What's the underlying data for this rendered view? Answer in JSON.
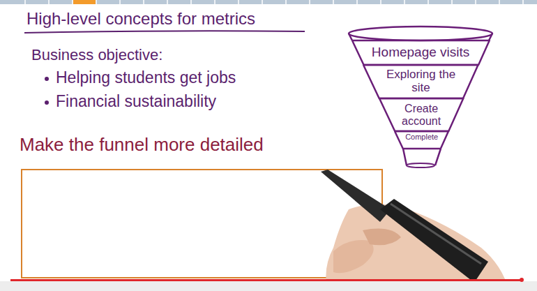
{
  "diagram": {
    "title": "High-level concepts for metrics",
    "nodes": [
      {
        "text": [
          "Homepage visits"
        ]
      },
      {
        "text": [
          "Exploring the site"
        ]
      },
      {
        "text": [
          "Create account"
        ]
      },
      {
        "text": [
          "Complete"
        ]
      }
    ],
    "labels": [
      "Business objective:",
      "Helping students get jobs",
      "Financial sustainability",
      "Make the funnel more detailed"
    ]
  }
}
